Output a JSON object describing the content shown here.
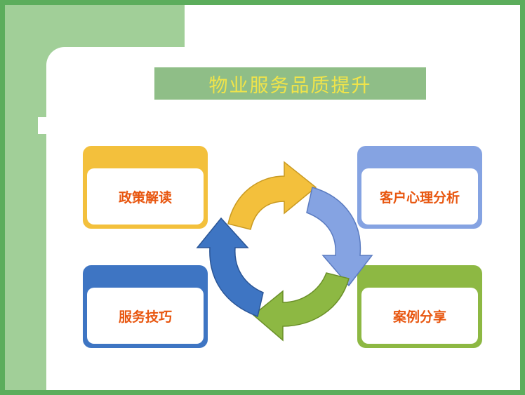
{
  "title": "物业服务品质提升",
  "boxes": [
    {
      "label": "政策解读"
    },
    {
      "label": "客户心理分析"
    },
    {
      "label": "服务技巧"
    },
    {
      "label": "案例分享"
    }
  ],
  "colors": {
    "frame": "#5cad5c",
    "panel": "#a1cf98",
    "title_bg": "#8fbe87",
    "title_text": "#f0e44a",
    "label": "#e8560f",
    "yellow": "#f3c03c",
    "light_blue": "#85a3e2",
    "blue": "#3e75c3",
    "green": "#8db843"
  }
}
